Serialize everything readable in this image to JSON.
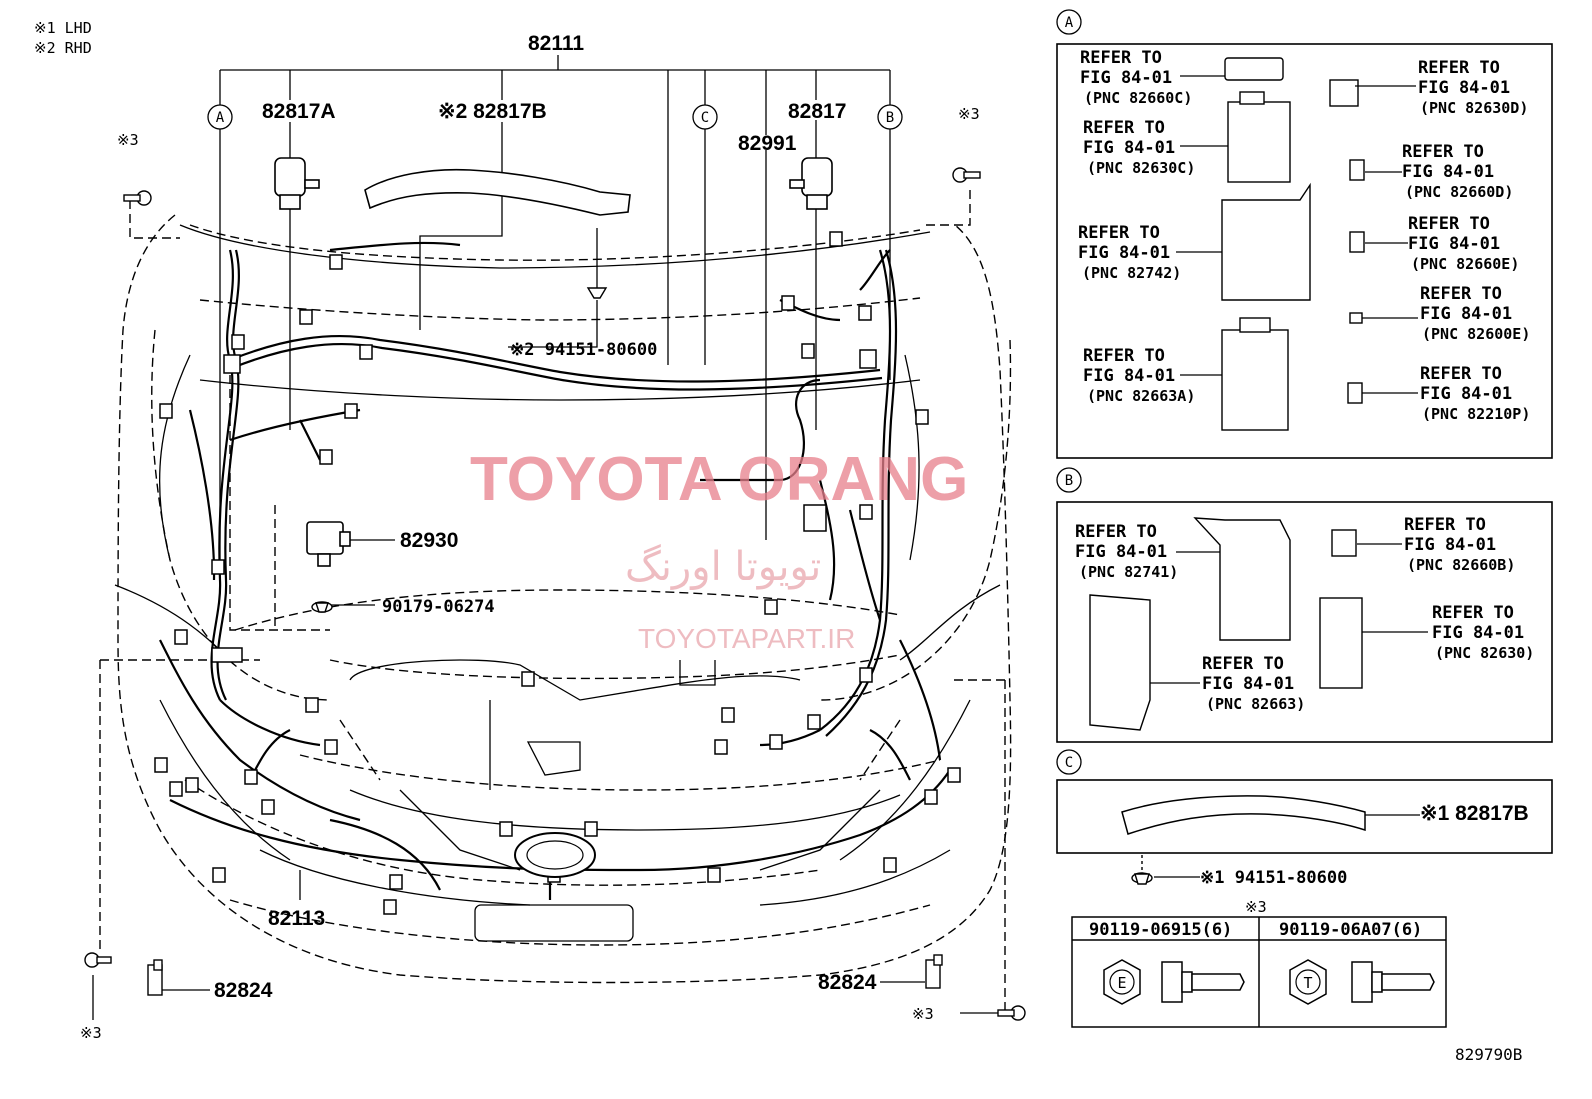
{
  "legend": {
    "lhd": "※1 LHD",
    "rhd": "※2 RHD"
  },
  "main_labels": {
    "p82111": "82111",
    "p82817A": "82817A",
    "p82817B": "※2 82817B",
    "p82817": "82817",
    "p82991": "82991",
    "p94151": "※2 94151-80600",
    "p82930": "82930",
    "p90179": "90179-06274",
    "p82113": "82113",
    "p82824_left": "82824",
    "p82824_right": "82824",
    "note3_a": "※3",
    "note3_b": "※3",
    "note3_c": "※3",
    "note3_d": "※3"
  },
  "callouts": {
    "a": "A",
    "b": "B",
    "c": "C"
  },
  "watermark": {
    "line1": "TOYOTA ORANG",
    "line2": "تویوتا اورنگ",
    "line3": "TOYOTAPART.IR"
  },
  "panel_a": {
    "refs": [
      {
        "l1": "REFER TO",
        "l2": "FIG 84-01",
        "pnc": "(PNC 82660C)"
      },
      {
        "l1": "REFER TO",
        "l2": "FIG 84-01",
        "pnc": "(PNC 82630C)"
      },
      {
        "l1": "REFER TO",
        "l2": "FIG 84-01",
        "pnc": "(PNC 82742)"
      },
      {
        "l1": "REFER TO",
        "l2": "FIG 84-01",
        "pnc": "(PNC 82663A)"
      },
      {
        "l1": "REFER TO",
        "l2": "FIG 84-01",
        "pnc": "(PNC 82630D)"
      },
      {
        "l1": "REFER TO",
        "l2": "FIG 84-01",
        "pnc": "(PNC 82660D)"
      },
      {
        "l1": "REFER TO",
        "l2": "FIG 84-01",
        "pnc": "(PNC 82660E)"
      },
      {
        "l1": "REFER TO",
        "l2": "FIG 84-01",
        "pnc": "(PNC 82600E)"
      },
      {
        "l1": "REFER TO",
        "l2": "FIG 84-01",
        "pnc": "(PNC 82210P)"
      }
    ]
  },
  "panel_b": {
    "refs": [
      {
        "l1": "REFER TO",
        "l2": "FIG 84-01",
        "pnc": "(PNC 82741)"
      },
      {
        "l1": "REFER TO",
        "l2": "FIG 84-01",
        "pnc": "(PNC 82663)"
      },
      {
        "l1": "REFER TO",
        "l2": "FIG 84-01",
        "pnc": "(PNC 82660B)"
      },
      {
        "l1": "REFER TO",
        "l2": "FIG 84-01",
        "pnc": "(PNC 82630)"
      }
    ]
  },
  "panel_c": {
    "part": "※1 82817B",
    "clip": "※1 94151-80600"
  },
  "bolts": {
    "header": "※3",
    "bolt1": "90119-06915(6)",
    "bolt2": "90119-06A07(6)",
    "mark1": "E",
    "mark2": "T"
  },
  "figure_code": "829790B"
}
